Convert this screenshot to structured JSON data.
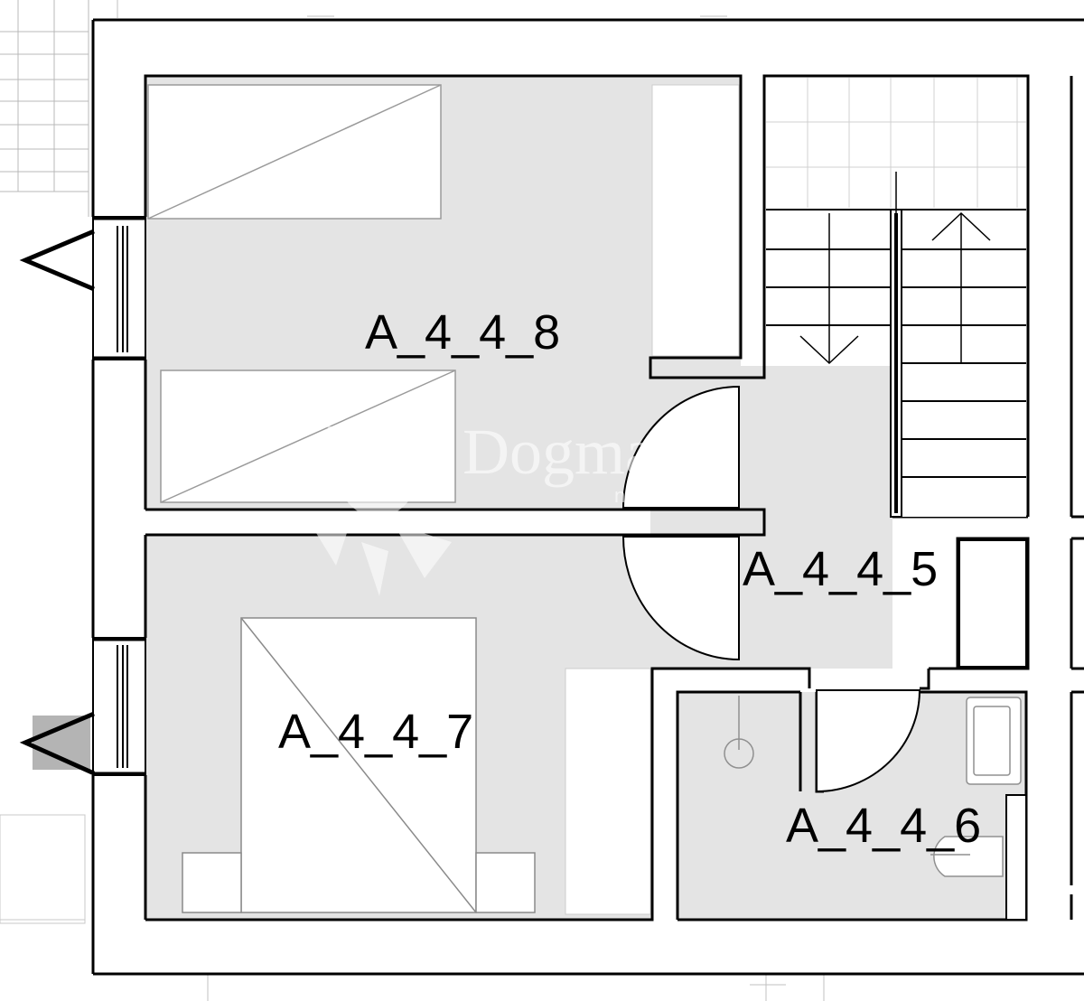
{
  "rooms": {
    "bedroom_top": "A_4_4_8",
    "bedroom_bottom": "A_4_4_7",
    "hallway": "A_4_4_5",
    "bathroom": "A_4_4_6"
  },
  "watermark": {
    "brand": "Dogma",
    "subtitle": "nekretnine"
  },
  "colors": {
    "floor_fill": "#e4e4e4",
    "wall_stroke": "#000000",
    "furniture_fill": "#ffffff",
    "background": "#ffffff",
    "shutter_fill": "#b4b4b4"
  }
}
